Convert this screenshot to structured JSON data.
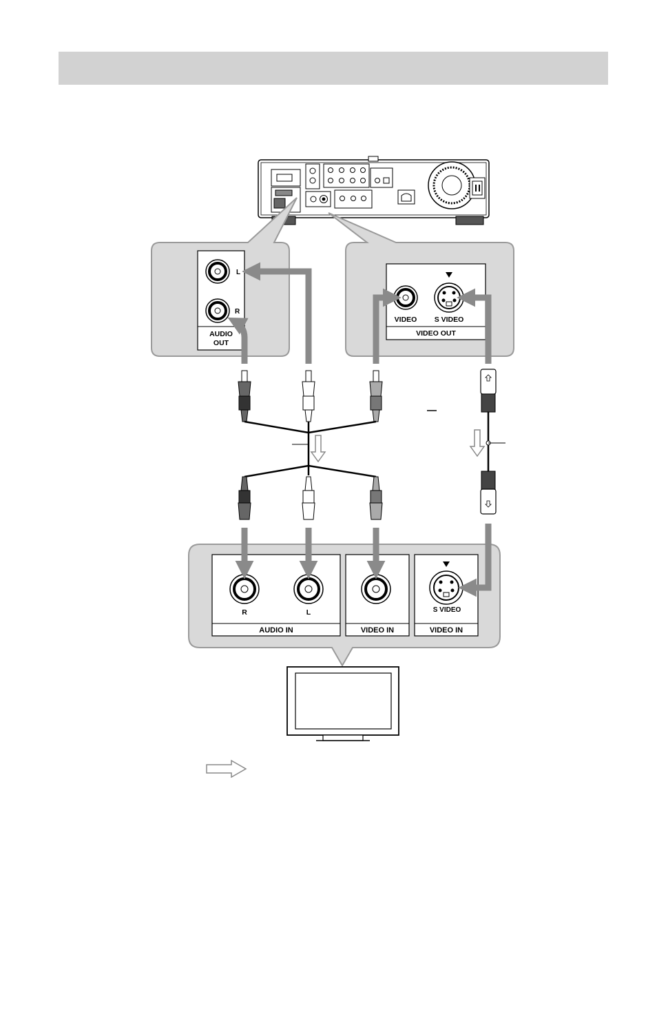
{
  "player_audio_out": {
    "jack_l": "L",
    "jack_r": "R",
    "panel_label_line1": "AUDIO",
    "panel_label_line2": "OUT"
  },
  "player_video_out": {
    "jack_video": "VIDEO",
    "jack_svideo": "S VIDEO",
    "panel_label": "VIDEO OUT"
  },
  "tv_inputs": {
    "jack_r": "R",
    "jack_l": "L",
    "audio_in_label": "AUDIO IN",
    "video_in_label": "VIDEO IN",
    "svideo_jack": "S VIDEO",
    "svideo_in_label": "VIDEO IN"
  },
  "icons": {
    "signal_flow": "hollow-arrow-icon",
    "svideo_marker": "triangle-down-icon"
  },
  "colors": {
    "header_bar": "#d2d2d2",
    "callout_fill": "#d9d9d9",
    "arrow_gray": "#8a8a8a"
  }
}
